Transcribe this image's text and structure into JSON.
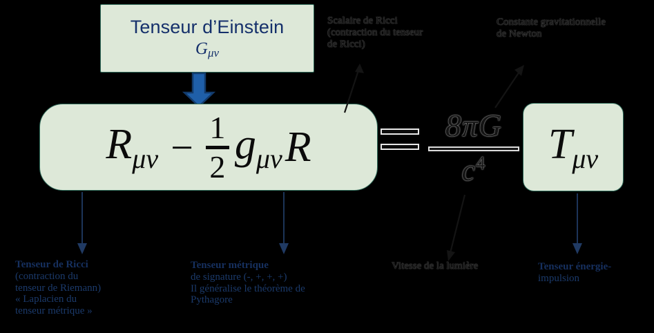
{
  "diagram": {
    "title_box": {
      "title": "Tenseur d’Einstein",
      "symbol": "G",
      "symbol_sub": "μν"
    },
    "equation": {
      "left_side": {
        "ricci_tensor": "R",
        "ricci_tensor_sub": "μν",
        "minus": "−",
        "fraction_numerator": "1",
        "fraction_denominator": "2",
        "metric_tensor": "g",
        "metric_tensor_sub": "μν",
        "ricci_scalar": "R"
      },
      "equals": "=",
      "right_side": {
        "numerator": "8πG",
        "denominator": "c",
        "denominator_exponent": "4",
        "stress_tensor": "T",
        "stress_tensor_sub": "μν"
      }
    },
    "labels": {
      "ricci_scalar": [
        "Scalaire de Ricci",
        "(contraction du tenseur",
        "de Ricci)"
      ],
      "newton_constant": [
        "Constante gravitationnelle",
        "de Newton"
      ],
      "ricci_tensor": [
        "Tenseur de Ricci",
        "(contraction du",
        "tenseur de Riemann)",
        "« Laplacien du",
        "tenseur métrique »"
      ],
      "metric_tensor": [
        "Tenseur métrique",
        "de signature (-, +, +, +)",
        "Il généralise le théorème de",
        "Pythagore"
      ],
      "light_speed": [
        "Vitesse de la lumière"
      ],
      "stress_energy": [
        "Tenseur énergie-",
        "impulsion"
      ]
    },
    "colors": {
      "background": "#000000",
      "box_fill": "#dde8d8",
      "box_border": "#2f6b5a",
      "navy_text": "#15306b",
      "arrow_blue": "#1f5fa9",
      "arrow_blue_outline": "#123a6b",
      "math_text": "#0b0b0b"
    }
  }
}
